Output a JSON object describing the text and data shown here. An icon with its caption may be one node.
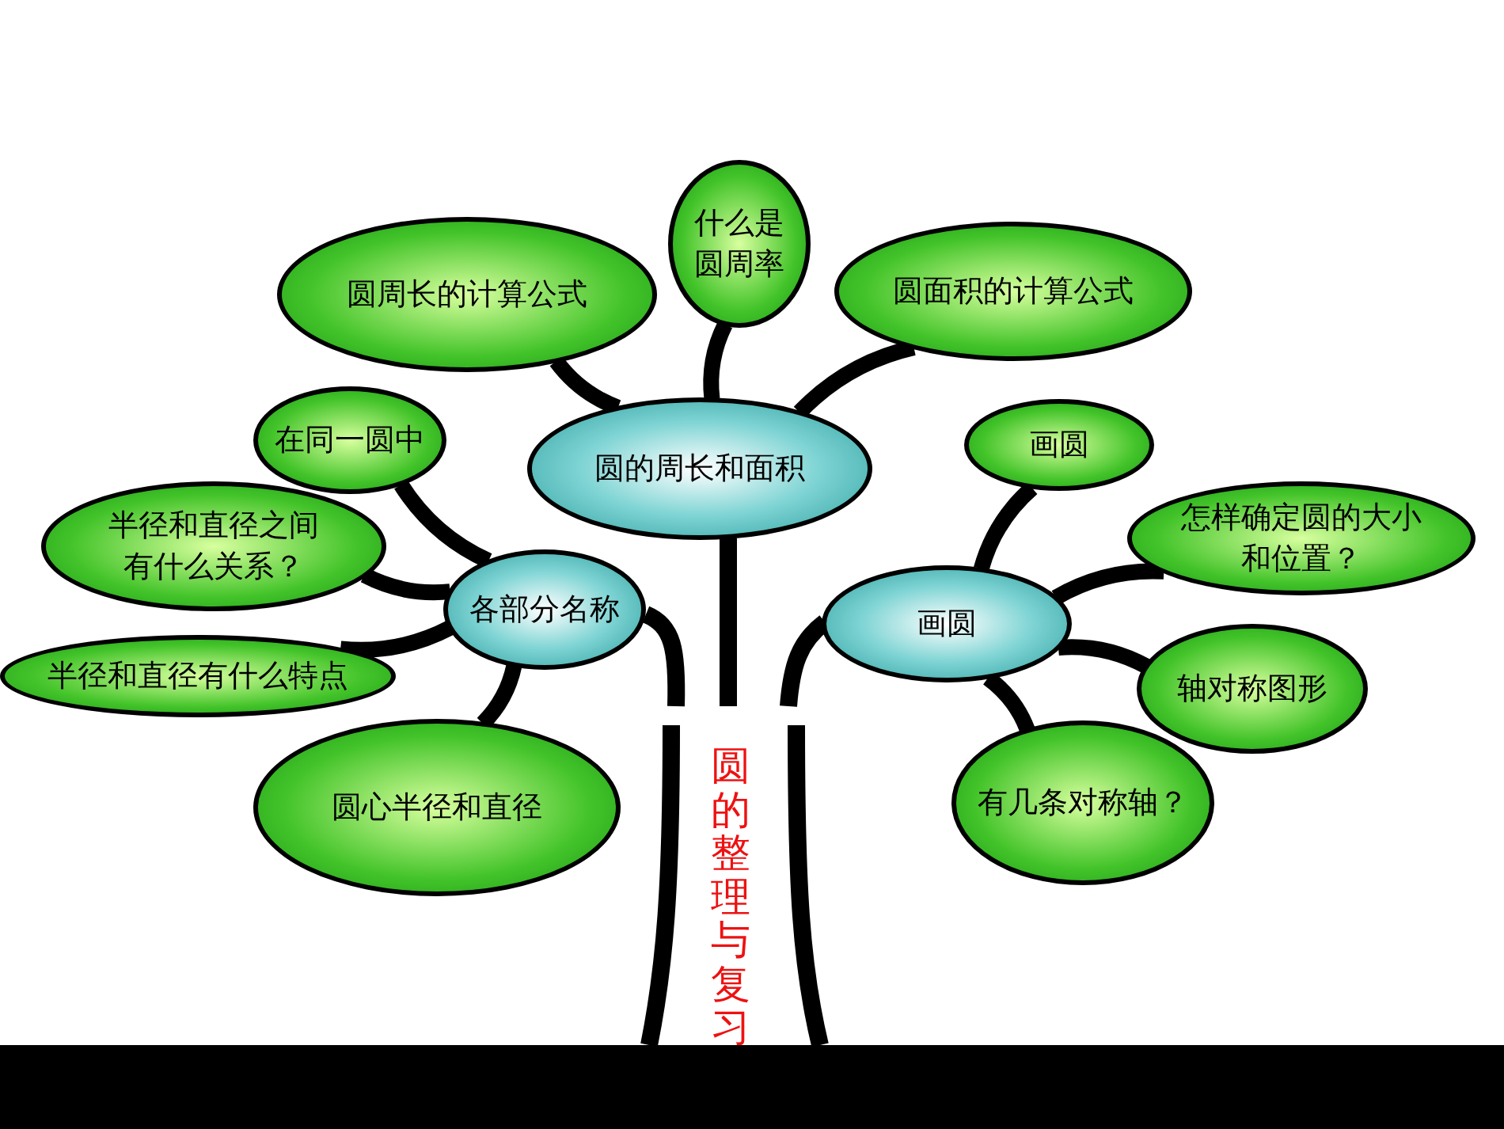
{
  "diagram": {
    "title": "圆的整理与复习",
    "nodes": [
      {
        "text": [
          "圆周长的计算公式"
        ]
      },
      {
        "text": [
          "什么是圆周率"
        ]
      },
      {
        "text": [
          "圆面积的计算公式"
        ]
      },
      {
        "text": [
          "圆的周长和面积"
        ]
      },
      {
        "text": [
          "在同一圆中"
        ]
      },
      {
        "text": [
          "半径和直径之间有什么关系？"
        ]
      },
      {
        "text": [
          "各部分名称"
        ]
      },
      {
        "text": [
          "半径和直径有什么特点"
        ]
      },
      {
        "text": [
          "圆心半径和直径"
        ]
      },
      {
        "text": [
          "画圆"
        ]
      },
      {
        "text": [
          "画圆"
        ]
      },
      {
        "text": [
          "怎样确定圆的大小和位置？"
        ]
      },
      {
        "text": [
          "轴对称图形"
        ]
      },
      {
        "text": [
          "有几条对称轴？"
        ]
      }
    ],
    "edges": [
      {
        "from": 3,
        "to": 0,
        "arrow": "none"
      },
      {
        "from": 3,
        "to": 1,
        "arrow": "none"
      },
      {
        "from": 3,
        "to": 2,
        "arrow": "none"
      },
      {
        "from": 6,
        "to": 4,
        "arrow": "none"
      },
      {
        "from": 6,
        "to": 5,
        "arrow": "none"
      },
      {
        "from": 6,
        "to": 7,
        "arrow": "none"
      },
      {
        "from": 6,
        "to": 8,
        "arrow": "none"
      },
      {
        "from": 10,
        "to": 9,
        "arrow": "none"
      },
      {
        "from": 10,
        "to": 11,
        "arrow": "none"
      },
      {
        "from": 10,
        "to": 12,
        "arrow": "none"
      },
      {
        "from": 10,
        "to": 13,
        "arrow": "none"
      }
    ]
  }
}
